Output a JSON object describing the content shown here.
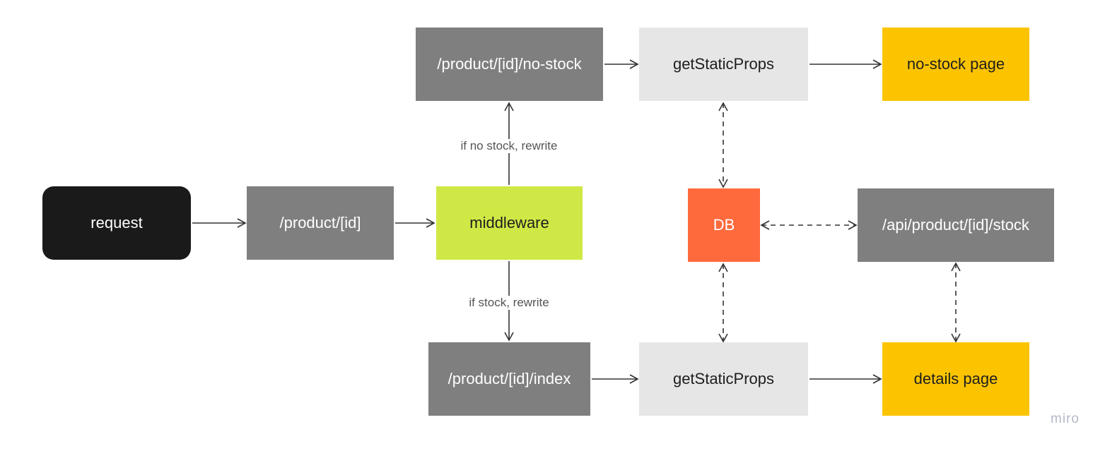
{
  "nodes": {
    "request": "request",
    "product_id": "/product/[id]",
    "middleware": "middleware",
    "no_stock_route": "/product/[id]/no-stock",
    "index_route": "/product/[id]/index",
    "gsp_top": "getStaticProps",
    "gsp_bottom": "getStaticProps",
    "db": "DB",
    "api_stock": "/api/product/[id]/stock",
    "no_stock_page": "no-stock page",
    "details_page": "details page"
  },
  "edge_labels": {
    "no_stock": "if no stock, rewrite",
    "stock": "if stock, rewrite"
  },
  "watermark": "miro",
  "colors": {
    "route": "#7f7f7f",
    "props": "#e6e6e6",
    "page": "#fcc400",
    "request": "#1a1a1a",
    "middleware": "#d0e845",
    "db": "#ff6a3d"
  }
}
